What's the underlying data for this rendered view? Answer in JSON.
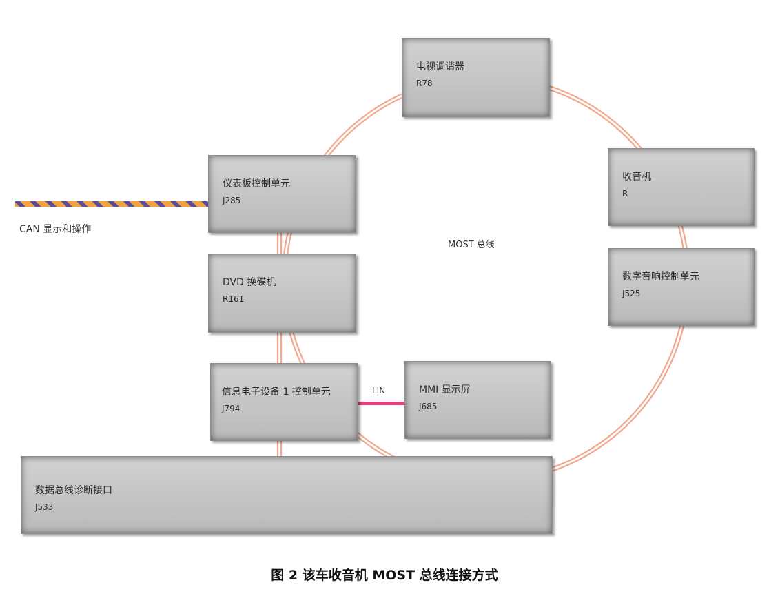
{
  "nodes": {
    "tv_tuner": {
      "name": "电视调谐器",
      "code": "R78"
    },
    "radio": {
      "name": "收音机",
      "code": "R"
    },
    "dsp": {
      "name": "数字音响控制单元",
      "code": "J525"
    },
    "dashboard": {
      "name": "仪表板控制单元",
      "code": "J285"
    },
    "dvd": {
      "name": "DVD 换碟机",
      "code": "R161"
    },
    "infotainment": {
      "name": "信息电子设备 1 控制单元",
      "code": "J794"
    },
    "mmi": {
      "name": "MMI 显示屏",
      "code": "J685"
    },
    "diagnosis": {
      "name": "数据总线诊断接口",
      "code": "J533"
    }
  },
  "labels": {
    "can": "CAN 显示和操作",
    "most": "MOST 总线",
    "lin": "LIN"
  },
  "caption": "图 2  该车收音机 MOST 总线连接方式",
  "colors": {
    "most_ring": "#f2a78c",
    "lin_line": "#e0407e",
    "can_orange": "#f0a23c",
    "can_purple": "#5a4aa0"
  }
}
